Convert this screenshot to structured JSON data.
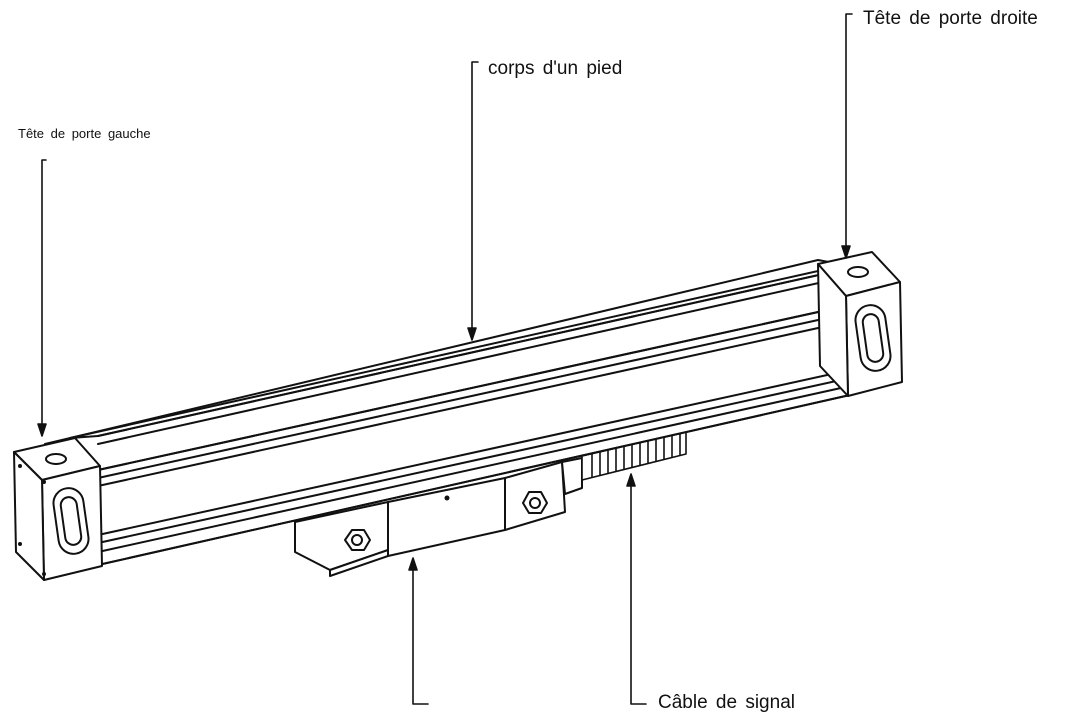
{
  "labels": {
    "left_head": "Tête de porte gauche",
    "body": "corps d'un pied",
    "right_head": "Tête de porte droite",
    "signal_cable": "Câble de signal"
  },
  "colors": {
    "line": "#111111",
    "fill": "#ffffff"
  }
}
